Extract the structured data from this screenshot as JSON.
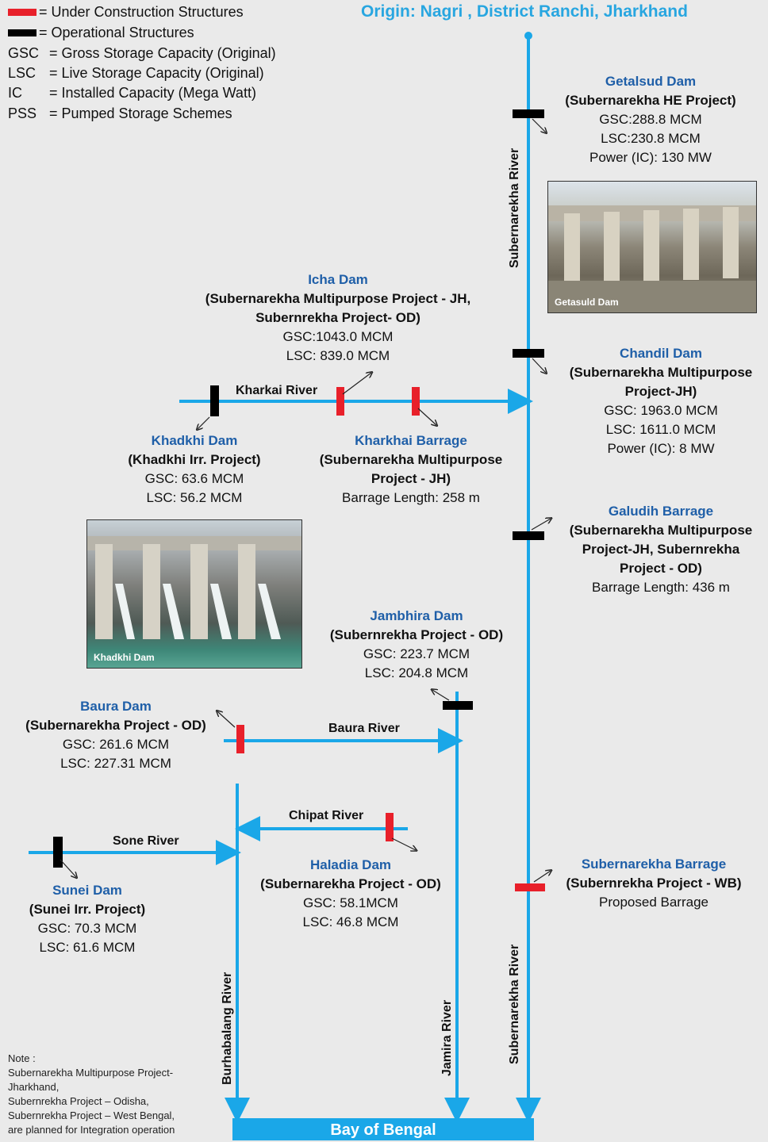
{
  "legend": {
    "under_construction": "= Under Construction Structures",
    "operational": "= Operational Structures",
    "abbreviations": [
      {
        "abbr": "GSC",
        "text": "= Gross Storage Capacity (Original)"
      },
      {
        "abbr": "LSC",
        "text": "= Live Storage Capacity (Original)"
      },
      {
        "abbr": "IC",
        "text": "= Installed Capacity (Mega Watt)"
      },
      {
        "abbr": "PSS",
        "text": "= Pumped Storage Schemes"
      }
    ],
    "colors": {
      "under_construction": "#e8202a",
      "operational": "#000000"
    }
  },
  "origin": "Origin: Nagri , District Ranchi, Jharkhand",
  "colors": {
    "river": "#1aa7e8",
    "name": "#1f5fa8",
    "origin": "#28a6e0"
  },
  "rivers": {
    "subernarekha": "Subernarekha River",
    "kharkai": "Kharkai River",
    "baura": "Baura River",
    "chipat": "Chipat River",
    "sone": "Sone River",
    "burhabalang": "Burhabalang River",
    "jamira": "Jamira River"
  },
  "structures": {
    "getalsud": {
      "name": "Getalsud Dam",
      "project": "(Subernarekha HE Project)",
      "lines": [
        "GSC:288.8 MCM",
        "LSC:230.8 MCM",
        "Power (IC): 130 MW"
      ]
    },
    "icha": {
      "name": "Icha Dam",
      "project": [
        "(Subernarekha Multipurpose Project - JH,",
        "Subernrekha Project- OD)"
      ],
      "lines": [
        "GSC:1043.0 MCM",
        "LSC: 839.0 MCM"
      ]
    },
    "chandil": {
      "name": "Chandil Dam",
      "project": [
        "(Subernarekha Multipurpose",
        "Project-JH)"
      ],
      "lines": [
        "GSC: 1963.0 MCM",
        "LSC: 1611.0 MCM",
        "Power (IC): 8 MW"
      ]
    },
    "khadkhi": {
      "name": "Khadkhi Dam",
      "project": "(Khadkhi  Irr. Project)",
      "lines": [
        "GSC: 63.6 MCM",
        "LSC: 56.2 MCM"
      ]
    },
    "kharkhai": {
      "name": "Kharkhai Barrage",
      "project": [
        "(Subernarekha Multipurpose",
        "Project - JH)"
      ],
      "lines": [
        "Barrage Length: 258 m"
      ]
    },
    "galudih": {
      "name": "Galudih Barrage",
      "project": [
        "(Subernarekha Multipurpose",
        "Project-JH, Subernrekha",
        "Project - OD)"
      ],
      "lines": [
        "Barrage Length:  436 m"
      ]
    },
    "jambhira": {
      "name": "Jambhira Dam",
      "project": "(Subernrekha Project - OD)",
      "lines": [
        "GSC: 223.7 MCM",
        "LSC: 204.8 MCM"
      ]
    },
    "baura": {
      "name": "Baura Dam",
      "project": "(Subernarekha Project - OD)",
      "lines": [
        "GSC: 261.6 MCM",
        "LSC: 227.31 MCM"
      ]
    },
    "haladia": {
      "name": "Haladia Dam",
      "project": "(Subernarekha Project - OD)",
      "lines": [
        "GSC: 58.1MCM",
        "LSC: 46.8 MCM"
      ]
    },
    "sunei": {
      "name": "Sunei Dam",
      "project": "(Sunei Irr. Project)",
      "lines": [
        "GSC: 70.3 MCM",
        "LSC: 61.6 MCM"
      ]
    },
    "subernarekha_barrage": {
      "name": "Subernarekha Barrage",
      "project": "(Subernrekha Project - WB)",
      "lines": [
        "Proposed Barrage"
      ]
    }
  },
  "photos": {
    "getasuld": "Getasuld Dam",
    "khadkhi": "Khadkhi Dam"
  },
  "note": [
    "Note :",
    "Subernarekha Multipurpose Project-",
    "Jharkhand,",
    "Subernrekha Project – Odisha,",
    "Subernrekha Project – West Bengal,",
    "are planned for Integration operation"
  ],
  "bay": "Bay of Bengal"
}
